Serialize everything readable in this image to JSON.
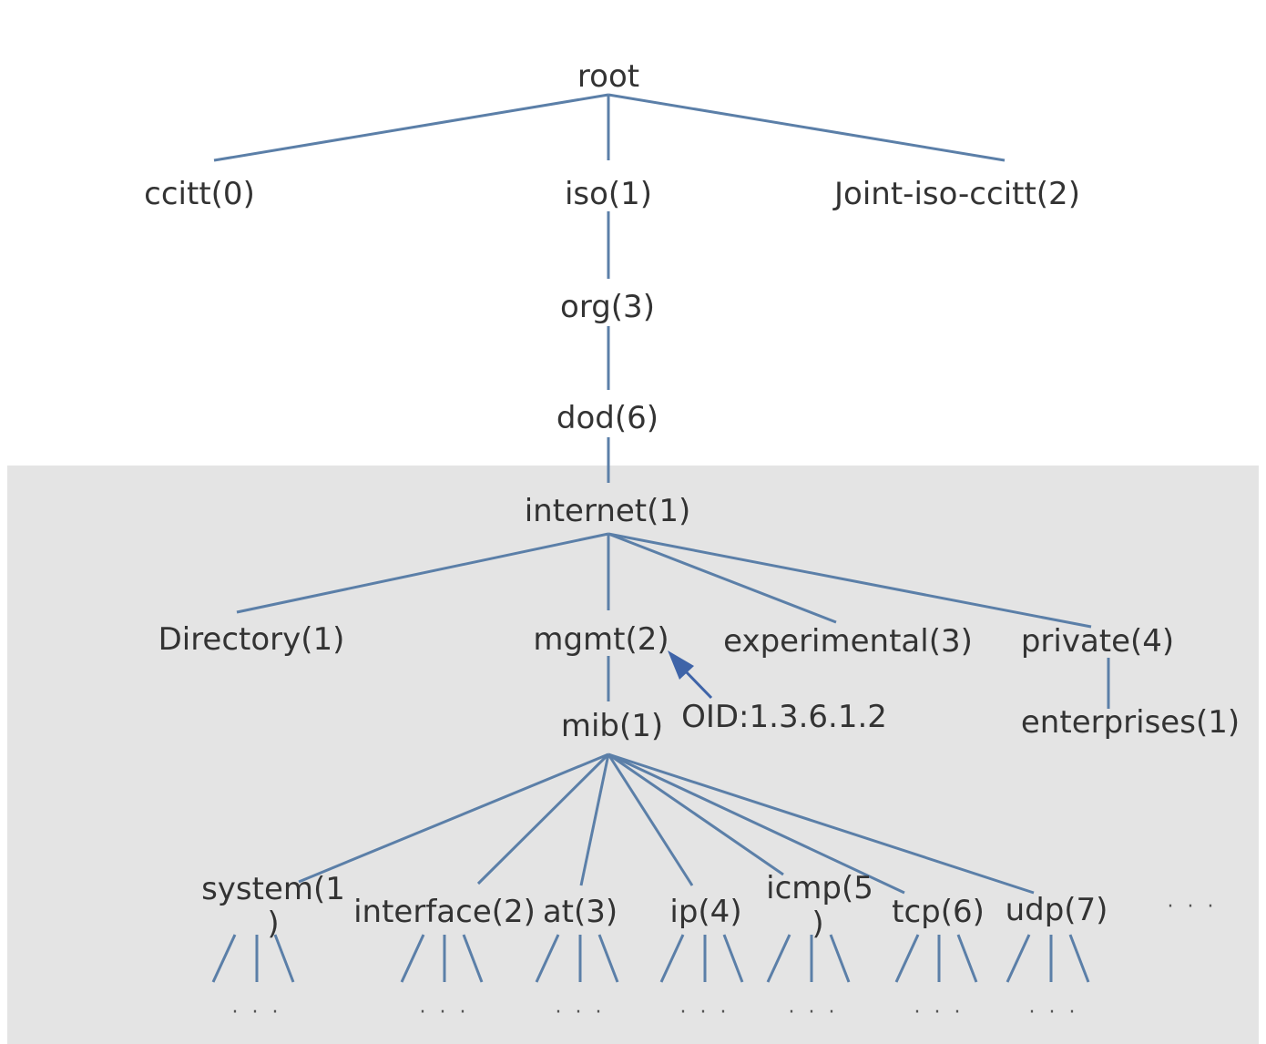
{
  "nodes": {
    "root": "root",
    "ccitt": "ccitt(0)",
    "iso": "iso(1)",
    "joint_iso_ccitt": "Joint-iso-ccitt(2)",
    "org": "org(3)",
    "dod": "dod(6)",
    "internet": "internet(1)",
    "directory": "Directory(1)",
    "mgmt": "mgmt(2)",
    "experimental": "experimental(3)",
    "private": "private(4)",
    "mib": "mib(1)",
    "enterprises": "enterprises(1)",
    "system_line1": "system(1",
    "system_line2": ")",
    "interface": "interface(2)",
    "at": "at(3)",
    "ip": "ip(4)",
    "icmp_line1": "icmp(5",
    "icmp_line2": ")",
    "tcp": "tcp(6)",
    "udp": "udp(7)",
    "more_siblings": "· · ·"
  },
  "annotation": {
    "oid": "OID:1.3.6.1.2"
  },
  "ellipsis": "· · ·",
  "colors": {
    "edge": "#5b7fa8",
    "arrow": "#3f64a8",
    "shaded_region": "#e4e4e4",
    "text": "#333333"
  }
}
